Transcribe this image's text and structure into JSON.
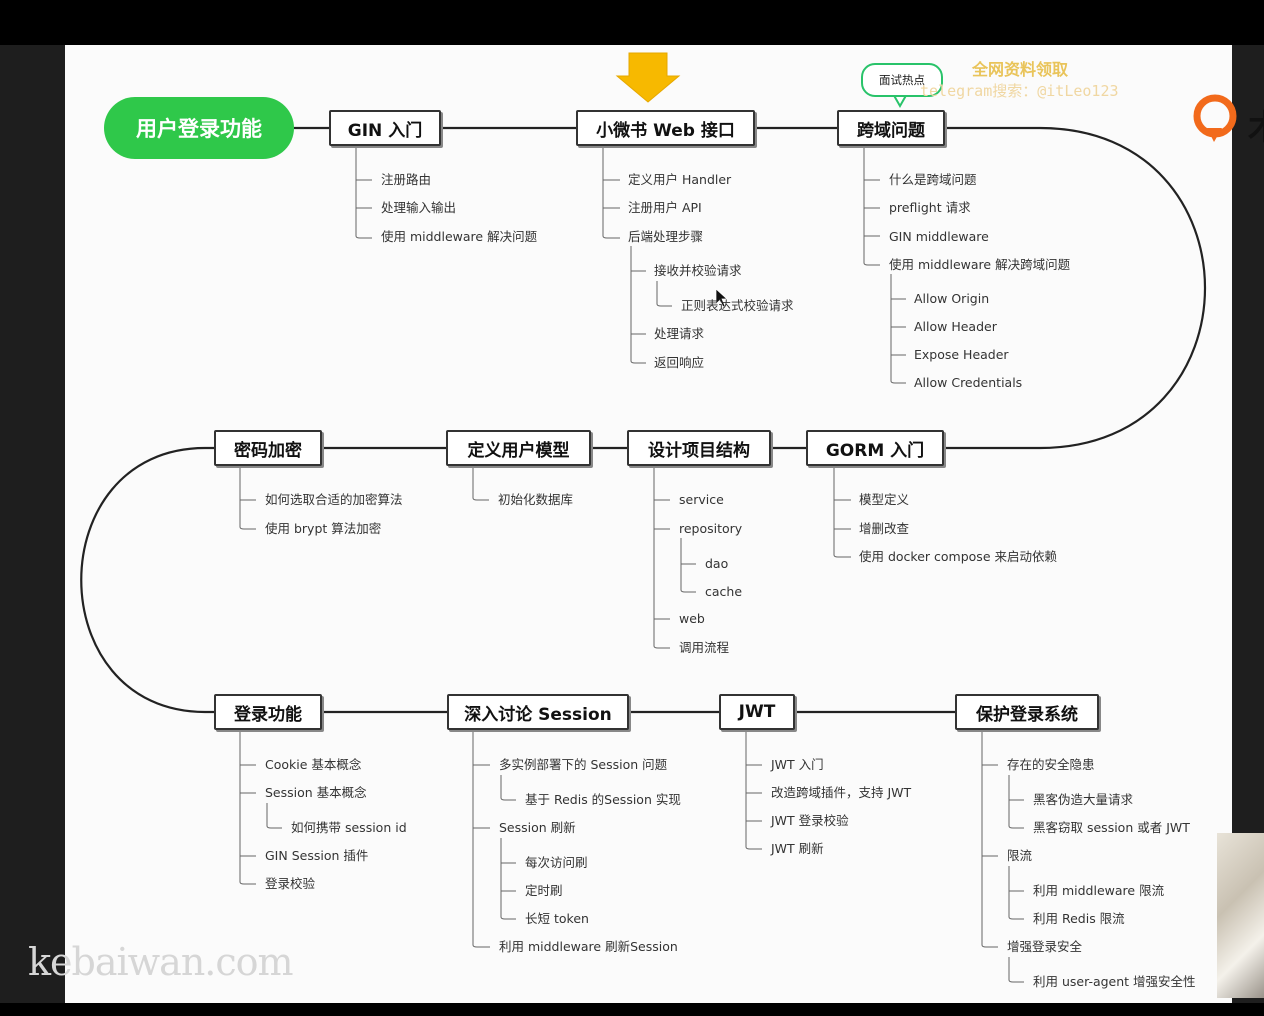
{
  "start_label": "用户登录功能",
  "callout": "面试热点",
  "promo": {
    "line1": "全网资料领取",
    "line2": "telegram搜索：@itLeo123"
  },
  "watermark": "kebaiwan.com",
  "logo_fragment": "木",
  "colors": {
    "start_fill": "#2fc84a",
    "arrow": "#f7b900",
    "callout_border": "#29c36a",
    "promo": "#e9c45a"
  },
  "nodes": [
    {
      "label": "GIN 入门",
      "items": [
        {
          "text": "注册路由"
        },
        {
          "text": "处理输入输出"
        },
        {
          "text": "使用 middleware 解决问题"
        }
      ]
    },
    {
      "label": "小微书 Web 接口",
      "items": [
        {
          "text": "定义用户 Handler"
        },
        {
          "text": "注册用户 API"
        },
        {
          "text": "后端处理步骤",
          "children": [
            {
              "text": "接收并校验请求",
              "children": [
                {
                  "text": "正则表达式校验请求"
                }
              ]
            },
            {
              "text": "处理请求"
            },
            {
              "text": "返回响应"
            }
          ]
        }
      ]
    },
    {
      "label": "跨域问题",
      "items": [
        {
          "text": "什么是跨域问题"
        },
        {
          "text": "preflight 请求"
        },
        {
          "text": "GIN middleware"
        },
        {
          "text": "使用 middleware 解决跨域问题",
          "children": [
            {
              "text": "Allow Origin"
            },
            {
              "text": "Allow Header"
            },
            {
              "text": "Expose Header"
            },
            {
              "text": "Allow Credentials"
            }
          ]
        }
      ]
    },
    {
      "label": "GORM 入门",
      "items": [
        {
          "text": "模型定义"
        },
        {
          "text": "增删改查"
        },
        {
          "text": "使用 docker compose 来启动依赖"
        }
      ]
    },
    {
      "label": "设计项目结构",
      "items": [
        {
          "text": "service"
        },
        {
          "text": "repository",
          "children": [
            {
              "text": "dao"
            },
            {
              "text": "cache"
            }
          ]
        },
        {
          "text": "web"
        },
        {
          "text": "调用流程"
        }
      ]
    },
    {
      "label": "定义用户模型",
      "items": [
        {
          "text": "初始化数据库"
        }
      ]
    },
    {
      "label": "密码加密",
      "items": [
        {
          "text": "如何选取合适的加密算法"
        },
        {
          "text": "使用 brypt 算法加密"
        }
      ]
    },
    {
      "label": "登录功能",
      "items": [
        {
          "text": "Cookie 基本概念"
        },
        {
          "text": "Session 基本概念",
          "children": [
            {
              "text": "如何携带 session id"
            }
          ]
        },
        {
          "text": "GIN Session 插件"
        },
        {
          "text": "登录校验"
        }
      ]
    },
    {
      "label": "深入讨论 Session",
      "items": [
        {
          "text": "多实例部署下的 Session 问题",
          "children": [
            {
              "text": "基于 Redis 的Session 实现"
            }
          ]
        },
        {
          "text": "Session 刷新",
          "children": [
            {
              "text": "每次访问刷"
            },
            {
              "text": "定时刷"
            },
            {
              "text": "长短 token"
            }
          ]
        },
        {
          "text": "利用 middleware  刷新Session"
        }
      ]
    },
    {
      "label": "JWT",
      "items": [
        {
          "text": "JWT 入门"
        },
        {
          "text": "改造跨域插件，支持 JWT"
        },
        {
          "text": "JWT 登录校验"
        },
        {
          "text": "JWT 刷新"
        }
      ]
    },
    {
      "label": "保护登录系统",
      "items": [
        {
          "text": "存在的安全隐患",
          "children": [
            {
              "text": "黑客伪造大量请求"
            },
            {
              "text": "黑客窃取 session 或者 JWT"
            }
          ]
        },
        {
          "text": "限流",
          "children": [
            {
              "text": "利用 middleware 限流"
            },
            {
              "text": "利用 Redis 限流"
            }
          ]
        },
        {
          "text": "增强登录安全",
          "children": [
            {
              "text": "利用 user-agent 增强安全性"
            }
          ]
        }
      ]
    }
  ]
}
